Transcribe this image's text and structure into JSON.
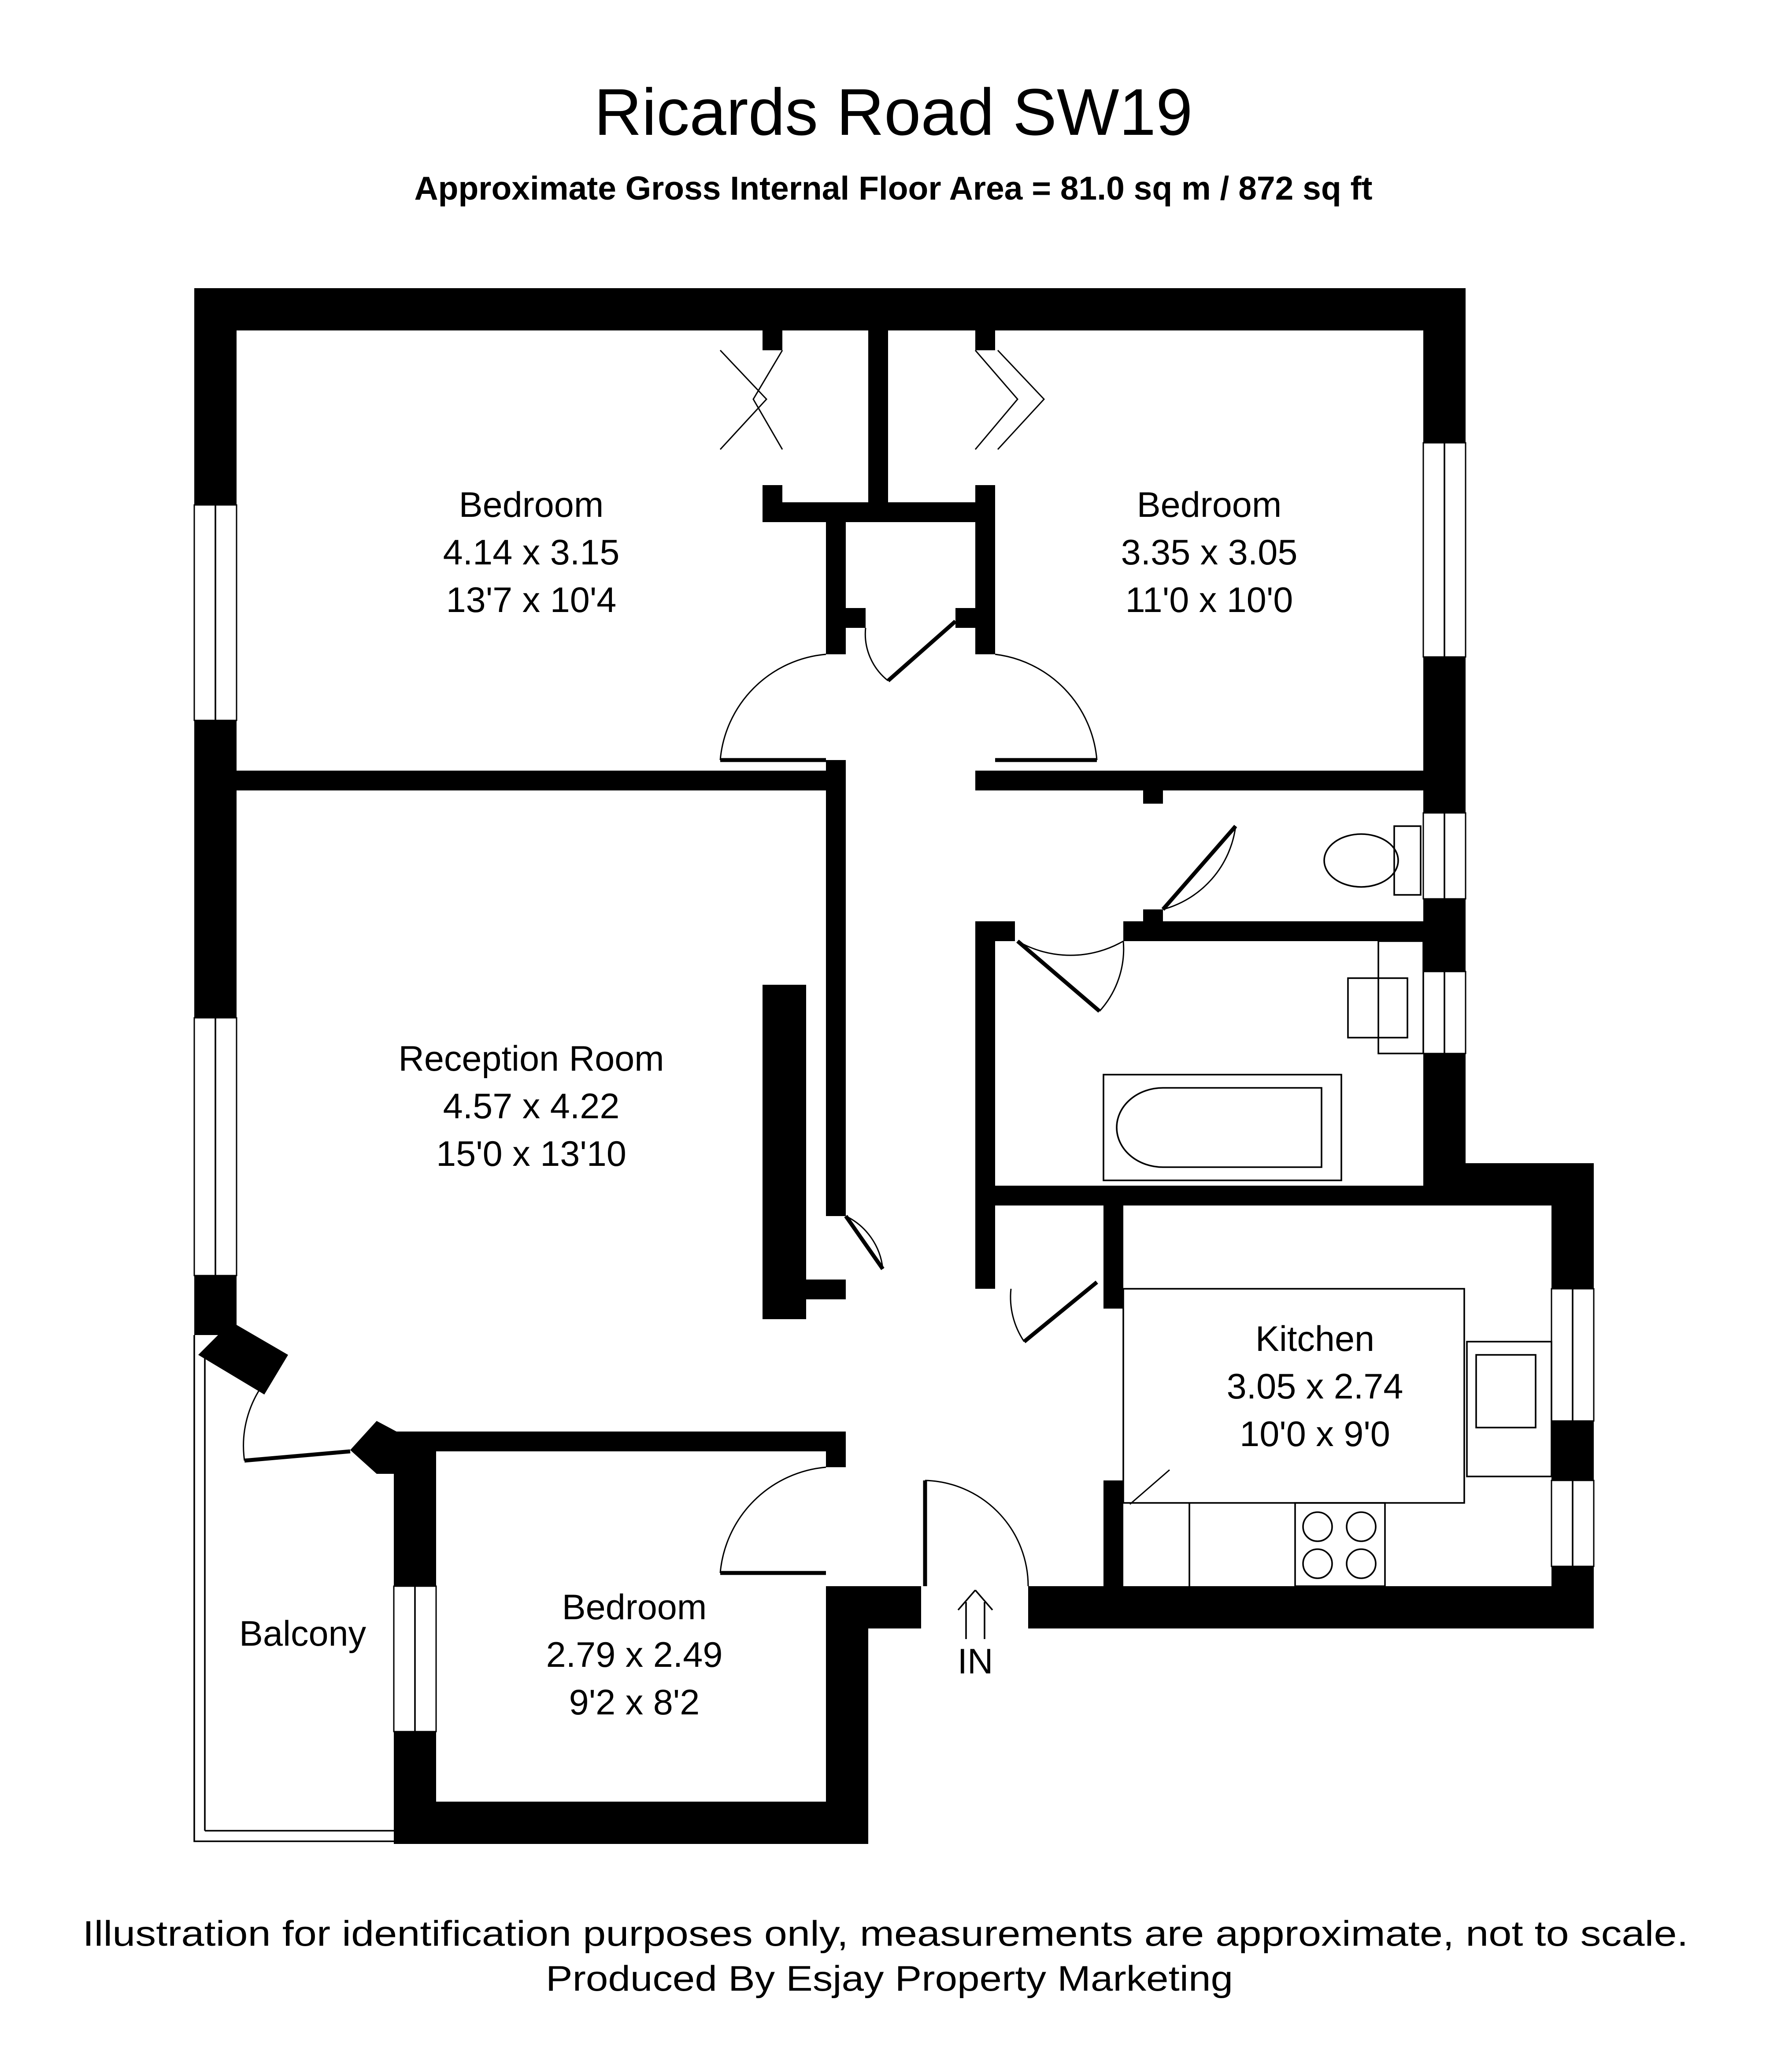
{
  "title": "Ricards Road SW19",
  "subtitle": "Approximate Gross Internal Floor Area = 81.0 sq m / 872 sq ft",
  "rooms": [
    {
      "name": "Bedroom",
      "metric": "4.14 x 3.15",
      "imperial": "13'7 x 10'4"
    },
    {
      "name": "Bedroom",
      "metric": "3.35 x 3.05",
      "imperial": "11'0 x 10'0"
    },
    {
      "name": "Reception Room",
      "metric": "4.57 x 4.22",
      "imperial": "15'0 x 13'10"
    },
    {
      "name": "Kitchen",
      "metric": "3.05 x 2.74",
      "imperial": "10'0 x 9'0"
    },
    {
      "name": "Bedroom",
      "metric": "2.79 x 2.49",
      "imperial": "9'2 x 8'2"
    },
    {
      "name": "Balcony"
    }
  ],
  "entrance_label": "IN",
  "footer": {
    "disclaimer": "Illustration for identification purposes only, measurements are approximate, not to scale.",
    "producer": "Produced By Esjay Property Marketing"
  }
}
